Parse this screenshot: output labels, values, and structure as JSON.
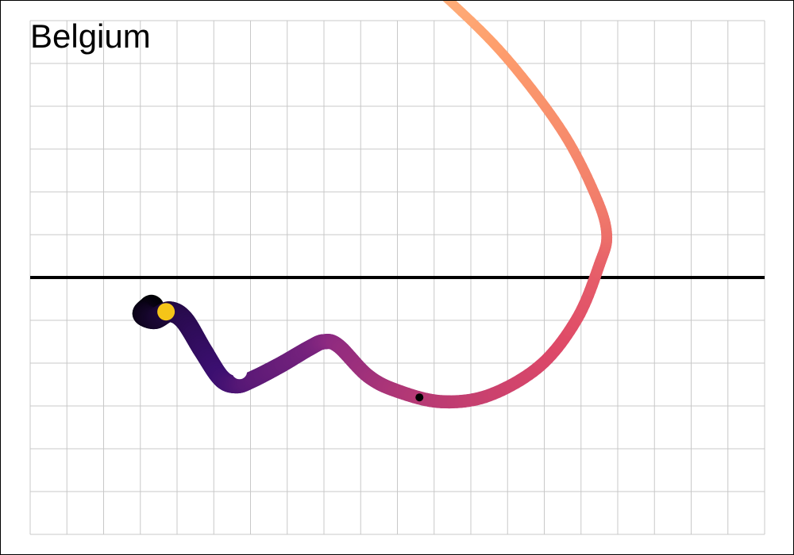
{
  "chart_data": {
    "type": "line",
    "title": "Belgium",
    "xlabel": "",
    "ylabel": "",
    "xlim": [
      0,
      20
    ],
    "ylim": [
      -6,
      6
    ],
    "grid": true,
    "reference_line_y": 0,
    "series": [
      {
        "x": [
          3.3,
          3.1,
          3.4,
          3.8,
          4.2,
          4.7,
          5.2,
          5.6,
          6.0,
          6.8,
          7.6,
          8.0,
          8.4,
          9.2,
          10.0,
          11.2,
          12.5,
          13.9,
          14.9,
          15.5,
          15.7,
          15.4,
          14.5,
          13.0,
          11.5,
          10.0
        ],
        "y": [
          -0.7,
          -0.85,
          -0.95,
          -0.8,
          -1.0,
          -1.7,
          -2.35,
          -2.5,
          -2.4,
          -2.05,
          -1.65,
          -1.5,
          -1.6,
          -2.3,
          -2.65,
          -2.9,
          -2.75,
          -2.05,
          -0.95,
          0.3,
          1.0,
          1.9,
          3.4,
          5.1,
          6.4,
          7.5
        ],
        "color_scale": [
          "#000004",
          "#3b0f70",
          "#8c2981",
          "#de4968",
          "#fe9f6d",
          "#fcfdbf"
        ]
      }
    ],
    "markers": [
      {
        "x": 3.7,
        "y": -0.8,
        "color": "#f5c518"
      },
      {
        "x": 5.7,
        "y": -2.2,
        "color": "#ffffff"
      },
      {
        "x": 10.6,
        "y": -2.8,
        "color": "#000000"
      }
    ]
  }
}
